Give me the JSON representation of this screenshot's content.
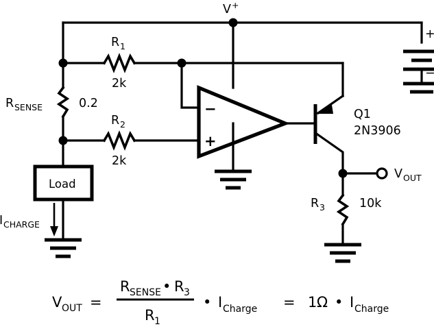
{
  "diagram": {
    "title": "Current sense circuit schematic",
    "colors": {
      "ink": "#000000",
      "background": "#ffffff"
    },
    "labels": {
      "vplus": "V",
      "vplus_sup": "+",
      "rsense_name": "R",
      "rsense_sub": "SENSE",
      "rsense_value": "0.2",
      "r1_name": "R",
      "r1_sub": "1",
      "r1_value": "2k",
      "r2_name": "R",
      "r2_sub": "2",
      "r2_value": "2k",
      "r3_name": "R",
      "r3_sub": "3",
      "r3_value": "10k",
      "load": "Load",
      "icharge_name": "I",
      "icharge_sub": "CHARGE",
      "q1_ref": "Q1",
      "q1_part": "2N3906",
      "vout_name": "V",
      "vout_sub": "OUT",
      "opamp_minus": "−",
      "opamp_plus": "+",
      "battery_plus": "+",
      "battery_minus": "−"
    },
    "equation": {
      "lhs_name": "V",
      "lhs_sub": "OUT",
      "eq1": "=",
      "num_a_name": "R",
      "num_a_sub": "SENSE",
      "dot1": "•",
      "num_b_name": "R",
      "num_b_sub": "3",
      "den_name": "R",
      "den_sub": "1",
      "dot2": "•",
      "mid_name": "I",
      "mid_sub": "Charge",
      "eq2": "=",
      "result_value": "1",
      "result_unit": "Ω",
      "dot3": "•",
      "result_name": "I",
      "result_sub": "Charge"
    }
  }
}
